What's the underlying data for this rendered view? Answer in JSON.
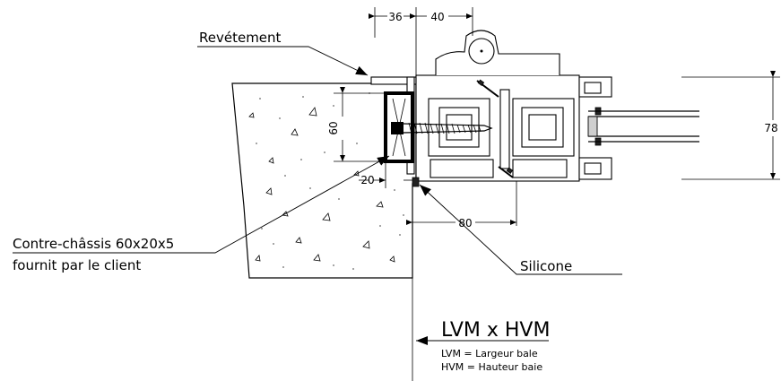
{
  "labels": {
    "revetement": "Revétement",
    "contre_chassis_line1": "Contre-châssis 60x20x5",
    "contre_chassis_line2": "fournit par le client",
    "silicone": "Silicone",
    "lvm_hvm_title": "LVM x HVM",
    "lvm_def": "LVM = Largeur bale",
    "hvm_def": "HVM = Hauteur baie"
  },
  "dimensions": {
    "d36": "36",
    "d40": "40",
    "d60": "60",
    "d78": "78",
    "d20": "20",
    "d80": "80"
  }
}
